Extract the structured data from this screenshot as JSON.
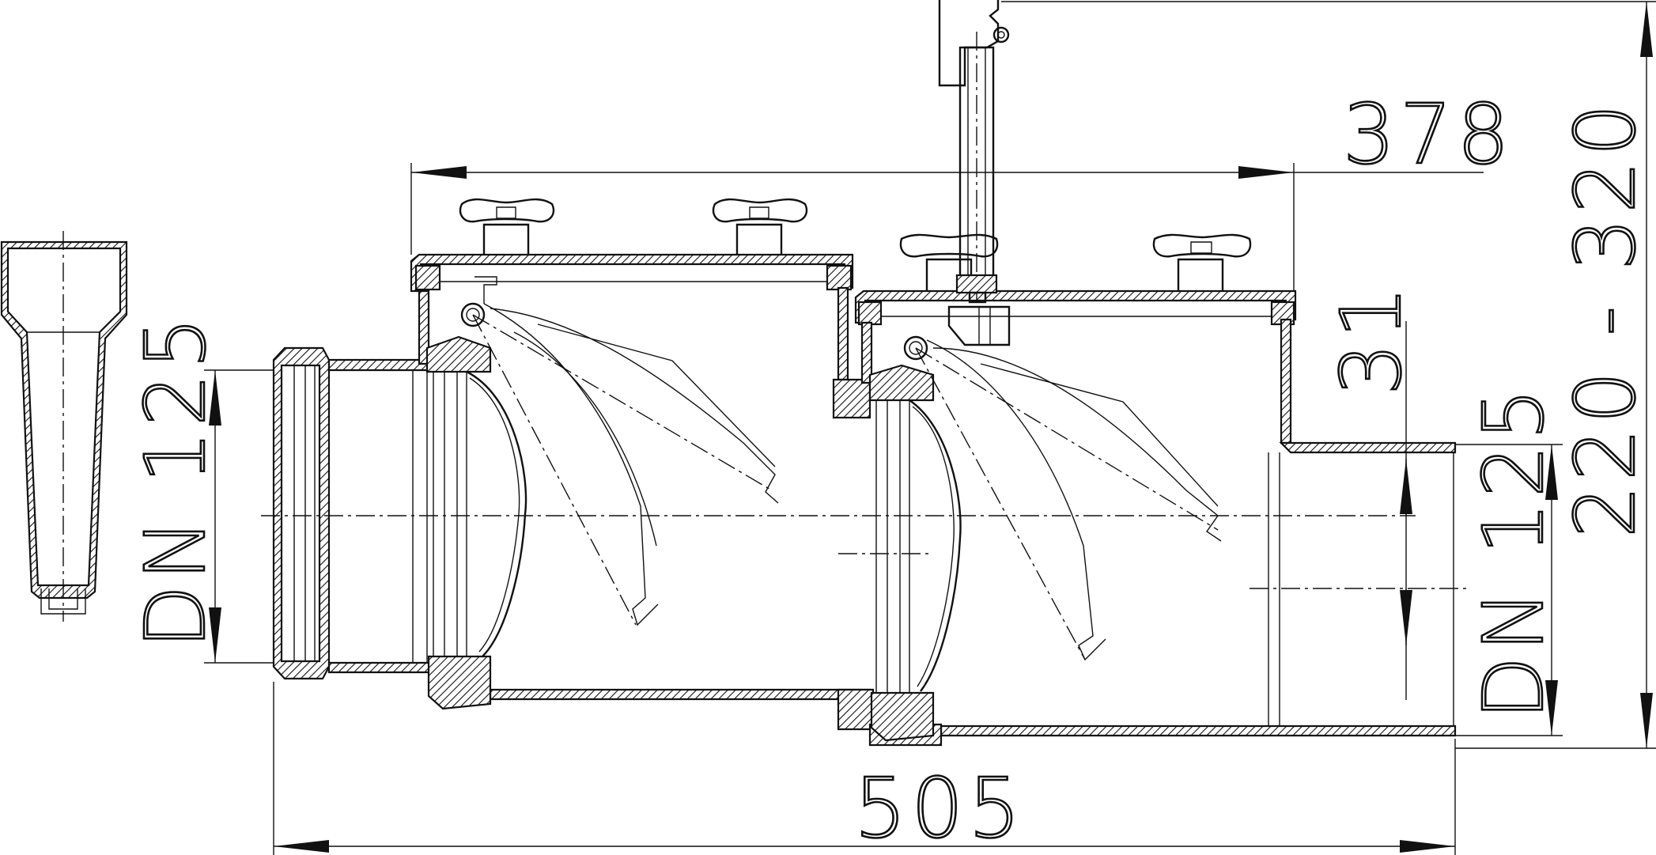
{
  "dimensions": {
    "top_length": "378",
    "total_length": "505",
    "height_range": "220 - 320",
    "inlet_diameter": "DN 125",
    "outlet_diameter": "DN 125",
    "offset": "31"
  }
}
